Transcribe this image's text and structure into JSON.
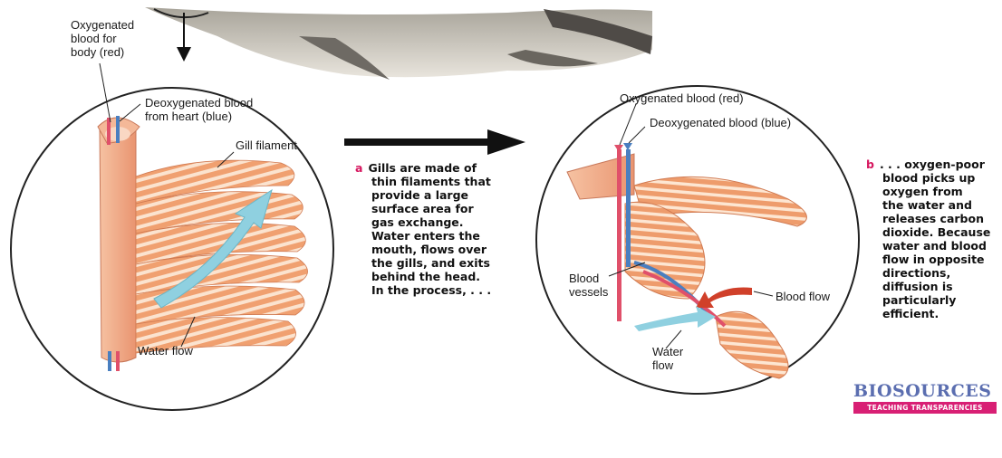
{
  "labels": {
    "oxygenated_body": [
      "Oxygenated",
      "blood for",
      "body (red)"
    ],
    "deoxygenated_heart": [
      "Deoxygenated blood",
      "from heart (blue)"
    ],
    "gill_filament": "Gill filament",
    "water_flow_left": "Water flow",
    "oxygenated_blood": "Oxygenated blood (red)",
    "deoxygenated_blood": "Deoxygenated blood (blue)",
    "blood_vessels": [
      "Blood",
      "vessels"
    ],
    "blood_flow": "Blood flow",
    "water_flow_right": [
      "Water",
      "flow"
    ]
  },
  "caption_a": {
    "letter": "a",
    "lines": [
      "Gills are made of",
      "thin filaments that",
      "provide a large",
      "surface area for",
      "gas exchange.",
      "Water enters the",
      "mouth, flows over",
      "the gills, and exits",
      "behind the head.",
      "In the process, . . ."
    ]
  },
  "caption_b": {
    "letter": "b",
    "lines": [
      ". . . oxygen-poor",
      "blood picks up",
      "oxygen from",
      "the water and",
      "releases carbon",
      "dioxide. Because",
      "water and blood",
      "flow in opposite",
      "directions,",
      "diffusion is",
      "particularly",
      "efficient."
    ]
  },
  "brand": {
    "name": "BIOSOURCES",
    "tagline": "TEACHING TRANSPARENCIES"
  },
  "colors": {
    "filament": "#f0a878",
    "filament_stripe": "#fbe6d4",
    "arch": "#f3b08a",
    "red_vessel": "#e0506a",
    "blue_vessel": "#4a7fc0",
    "water_arrow": "#8fd0e0",
    "accent": "#d6175f"
  }
}
